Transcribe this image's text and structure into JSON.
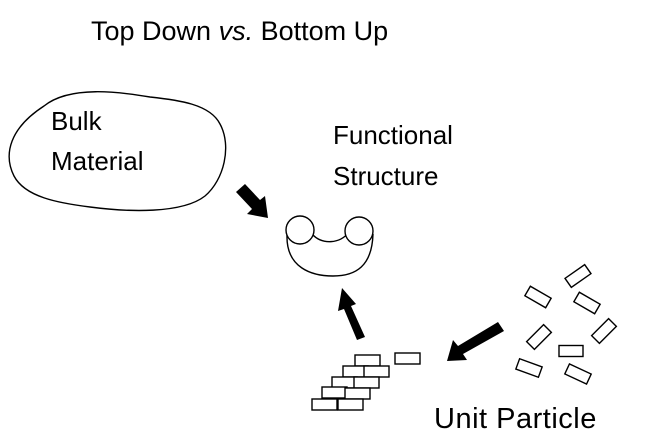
{
  "title": {
    "part1": "Top Down ",
    "part2": "vs.",
    "part3": " Bottom Up"
  },
  "bulk": {
    "line1": "Bulk",
    "line2": "Material"
  },
  "functional": {
    "line1": "Functional",
    "line2": "Structure"
  },
  "unit_particle": "Unit Particle"
}
